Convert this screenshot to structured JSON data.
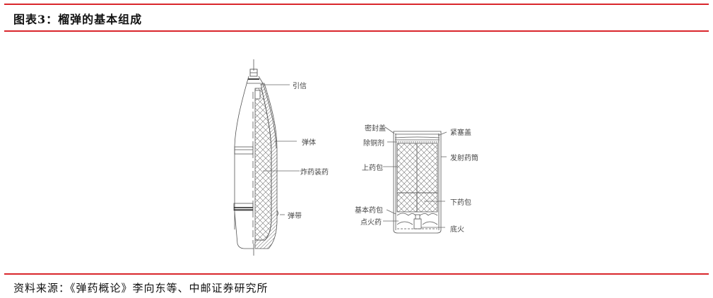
{
  "header": {
    "title": "图表3：榴弹的基本组成",
    "accent_color": "#d9262c"
  },
  "diagram": {
    "shell": {
      "labels": [
        {
          "id": "fuze",
          "text": "引信"
        },
        {
          "id": "body",
          "text": "弹体"
        },
        {
          "id": "charge",
          "text": "炸药装药"
        },
        {
          "id": "band",
          "text": "弹带"
        }
      ]
    },
    "cartridge": {
      "labels": [
        {
          "id": "seal_cap",
          "text": "密封盖"
        },
        {
          "id": "tight_cap",
          "text": "紧塞盖"
        },
        {
          "id": "decoppering",
          "text": "除铜剂"
        },
        {
          "id": "case",
          "text": "发射药筒"
        },
        {
          "id": "upper_bag",
          "text": "上药包"
        },
        {
          "id": "lower_bag",
          "text": "下药包"
        },
        {
          "id": "base_bag",
          "text": "基本药包"
        },
        {
          "id": "igniter",
          "text": "点火药"
        },
        {
          "id": "primer",
          "text": "底火"
        }
      ]
    }
  },
  "footer": {
    "source": "资料来源：《弹药概论》李向东等、中邮证券研究所"
  }
}
